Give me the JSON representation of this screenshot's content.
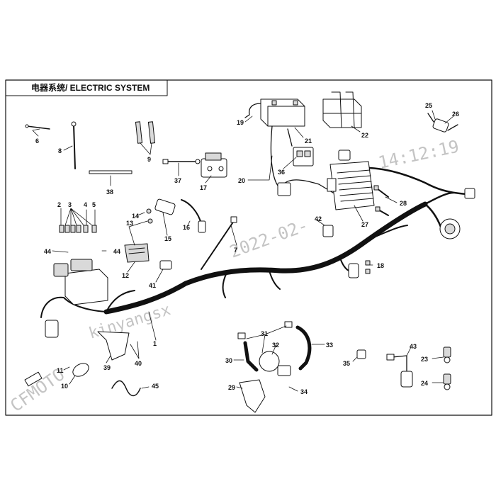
{
  "title": "电器系统/ ELECTRIC SYSTEM",
  "watermark": {
    "brand": "CFMOTO",
    "user": "kinyangsx",
    "datetime": "2022-02-",
    "time": "14:12:19"
  },
  "callouts": [
    {
      "id": "c1",
      "text": "1"
    },
    {
      "id": "c2",
      "text": "2"
    },
    {
      "id": "c3",
      "text": "3"
    },
    {
      "id": "c4",
      "text": "4"
    },
    {
      "id": "c5",
      "text": "5"
    },
    {
      "id": "c6",
      "text": "6"
    },
    {
      "id": "c7",
      "text": "7"
    },
    {
      "id": "c8",
      "text": "8"
    },
    {
      "id": "c9",
      "text": "9"
    },
    {
      "id": "c10",
      "text": "10"
    },
    {
      "id": "c11",
      "text": "11"
    },
    {
      "id": "c12",
      "text": "12"
    },
    {
      "id": "c13",
      "text": "13"
    },
    {
      "id": "c14",
      "text": "14"
    },
    {
      "id": "c15",
      "text": "15"
    },
    {
      "id": "c16",
      "text": "16"
    },
    {
      "id": "c17",
      "text": "17"
    },
    {
      "id": "c18",
      "text": "18"
    },
    {
      "id": "c19",
      "text": "19"
    },
    {
      "id": "c20",
      "text": "20"
    },
    {
      "id": "c21",
      "text": "21"
    },
    {
      "id": "c22",
      "text": "22"
    },
    {
      "id": "c23",
      "text": "23"
    },
    {
      "id": "c24",
      "text": "24"
    },
    {
      "id": "c25",
      "text": "25"
    },
    {
      "id": "c26",
      "text": "26"
    },
    {
      "id": "c27",
      "text": "27"
    },
    {
      "id": "c28",
      "text": "28"
    },
    {
      "id": "c29",
      "text": "29"
    },
    {
      "id": "c30",
      "text": "30"
    },
    {
      "id": "c31",
      "text": "31"
    },
    {
      "id": "c32",
      "text": "32"
    },
    {
      "id": "c33",
      "text": "33"
    },
    {
      "id": "c34",
      "text": "34"
    },
    {
      "id": "c35",
      "text": "35"
    },
    {
      "id": "c36",
      "text": "36"
    },
    {
      "id": "c37",
      "text": "37"
    },
    {
      "id": "c38",
      "text": "38"
    },
    {
      "id": "c39",
      "text": "39"
    },
    {
      "id": "c40",
      "text": "40"
    },
    {
      "id": "c41",
      "text": "41"
    },
    {
      "id": "c42",
      "text": "42"
    },
    {
      "id": "c43",
      "text": "43"
    },
    {
      "id": "c44a",
      "text": "44"
    },
    {
      "id": "c44b",
      "text": "44"
    },
    {
      "id": "c45",
      "text": "45"
    }
  ]
}
